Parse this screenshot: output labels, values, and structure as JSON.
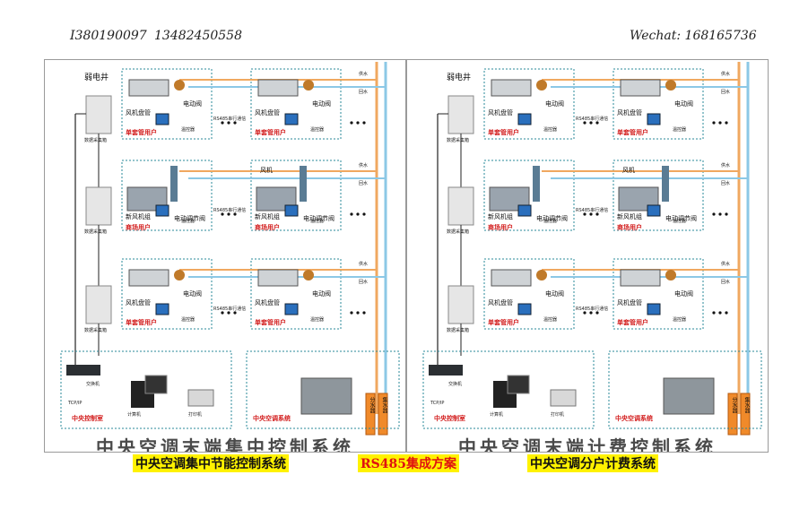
{
  "header": {
    "phone1": "I380190097",
    "phone2": "13482450558",
    "wechat": "Wechat: 168165736"
  },
  "labels": {
    "shaft": "弱电井",
    "fcu": "风机盘管",
    "valve": "电动阀",
    "adj_valve": "电动调节阀",
    "fresh_unit": "新风机组",
    "fan": "风机",
    "thermostat": "温控器",
    "rs485": "RS485串行通信",
    "collector": "数据采集箱",
    "single_user": "单套管用户",
    "mall_user": "商场用户",
    "supply": "供水",
    "return": "回水",
    "switch": "交换机",
    "tcpip": "TCP/IP",
    "computer": "计算机",
    "printer": "打印机",
    "control_room": "中央控制室",
    "ac_system": "中央空调系统",
    "water_sep": "分水器",
    "water_col": "集水器"
  },
  "panels": [
    {
      "title": "中央空调末端集中控制系统"
    },
    {
      "title": "中央空调末端计费控制系统"
    }
  ],
  "captions": {
    "left": "中央空调集中节能控制系统",
    "middle": "RS485集成方案",
    "right": "中央空调分户计费系统"
  },
  "colors": {
    "supply_pipe": "#f0a860",
    "return_pipe": "#8cc8e6",
    "dotted_box": "#2a8a9a",
    "user_label": "#d21b1b",
    "caption_bg": "#fff200"
  }
}
